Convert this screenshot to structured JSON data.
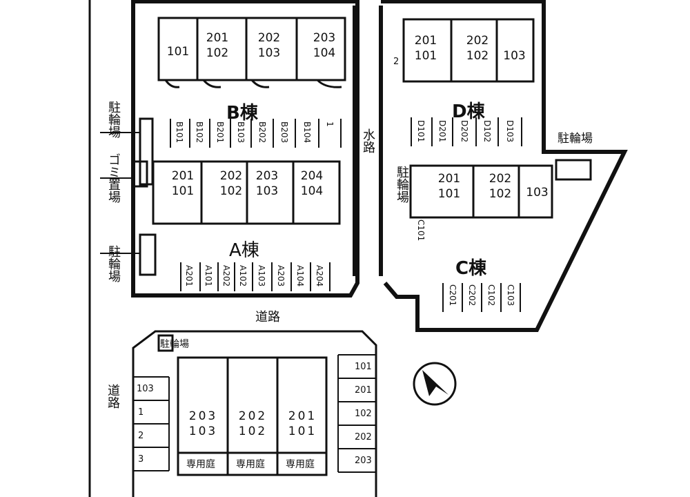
{
  "buildings": {
    "b": {
      "name": "B棟",
      "upper": [
        [
          "101"
        ],
        [
          "201",
          "102"
        ],
        [
          "202",
          "103"
        ],
        [
          "203",
          "104"
        ]
      ],
      "lower": [
        [
          "201",
          "101"
        ],
        [
          "202",
          "102"
        ],
        [
          "203",
          "103"
        ],
        [
          "204",
          "104"
        ]
      ],
      "parking": [
        "B101",
        "B102",
        "B201",
        "B103",
        "B202",
        "B203",
        "B104",
        "1"
      ]
    },
    "a": {
      "name": "A棟",
      "parking": [
        "A201",
        "A101",
        "A202",
        "A102",
        "A103",
        "A203",
        "A104",
        "A204"
      ]
    },
    "d": {
      "name": "D棟",
      "units": [
        [
          "201",
          "101"
        ],
        [
          "202",
          "102"
        ],
        [
          "103"
        ]
      ],
      "parking": [
        "D101",
        "D201",
        "D202",
        "D102",
        "D103"
      ],
      "side": "2"
    },
    "c": {
      "name": "C棟",
      "units": [
        [
          "201",
          "101"
        ],
        [
          "202",
          "102"
        ],
        [
          "103"
        ]
      ],
      "side": "C101",
      "parking": [
        "C201",
        "C202",
        "C102",
        "C103"
      ]
    },
    "s": {
      "units": [
        [
          "203",
          "103"
        ],
        [
          "202",
          "102"
        ],
        [
          "201",
          "101"
        ]
      ],
      "garden": [
        "専用庭",
        "専用庭",
        "専用庭"
      ],
      "left_parking": [
        "103",
        "1",
        "2",
        "3"
      ],
      "right_parking": [
        "101",
        "201",
        "102",
        "202",
        "203"
      ]
    }
  },
  "labels": {
    "bike1": "駐輪場",
    "garbage": "ゴミ置場",
    "bike2": "駐輪場",
    "waterway": "水路",
    "road_h": "道路",
    "road_v": "道路",
    "bike_dc": "駐輪場",
    "bike_c": "駐輪場",
    "bike_s": "駐輪場"
  }
}
